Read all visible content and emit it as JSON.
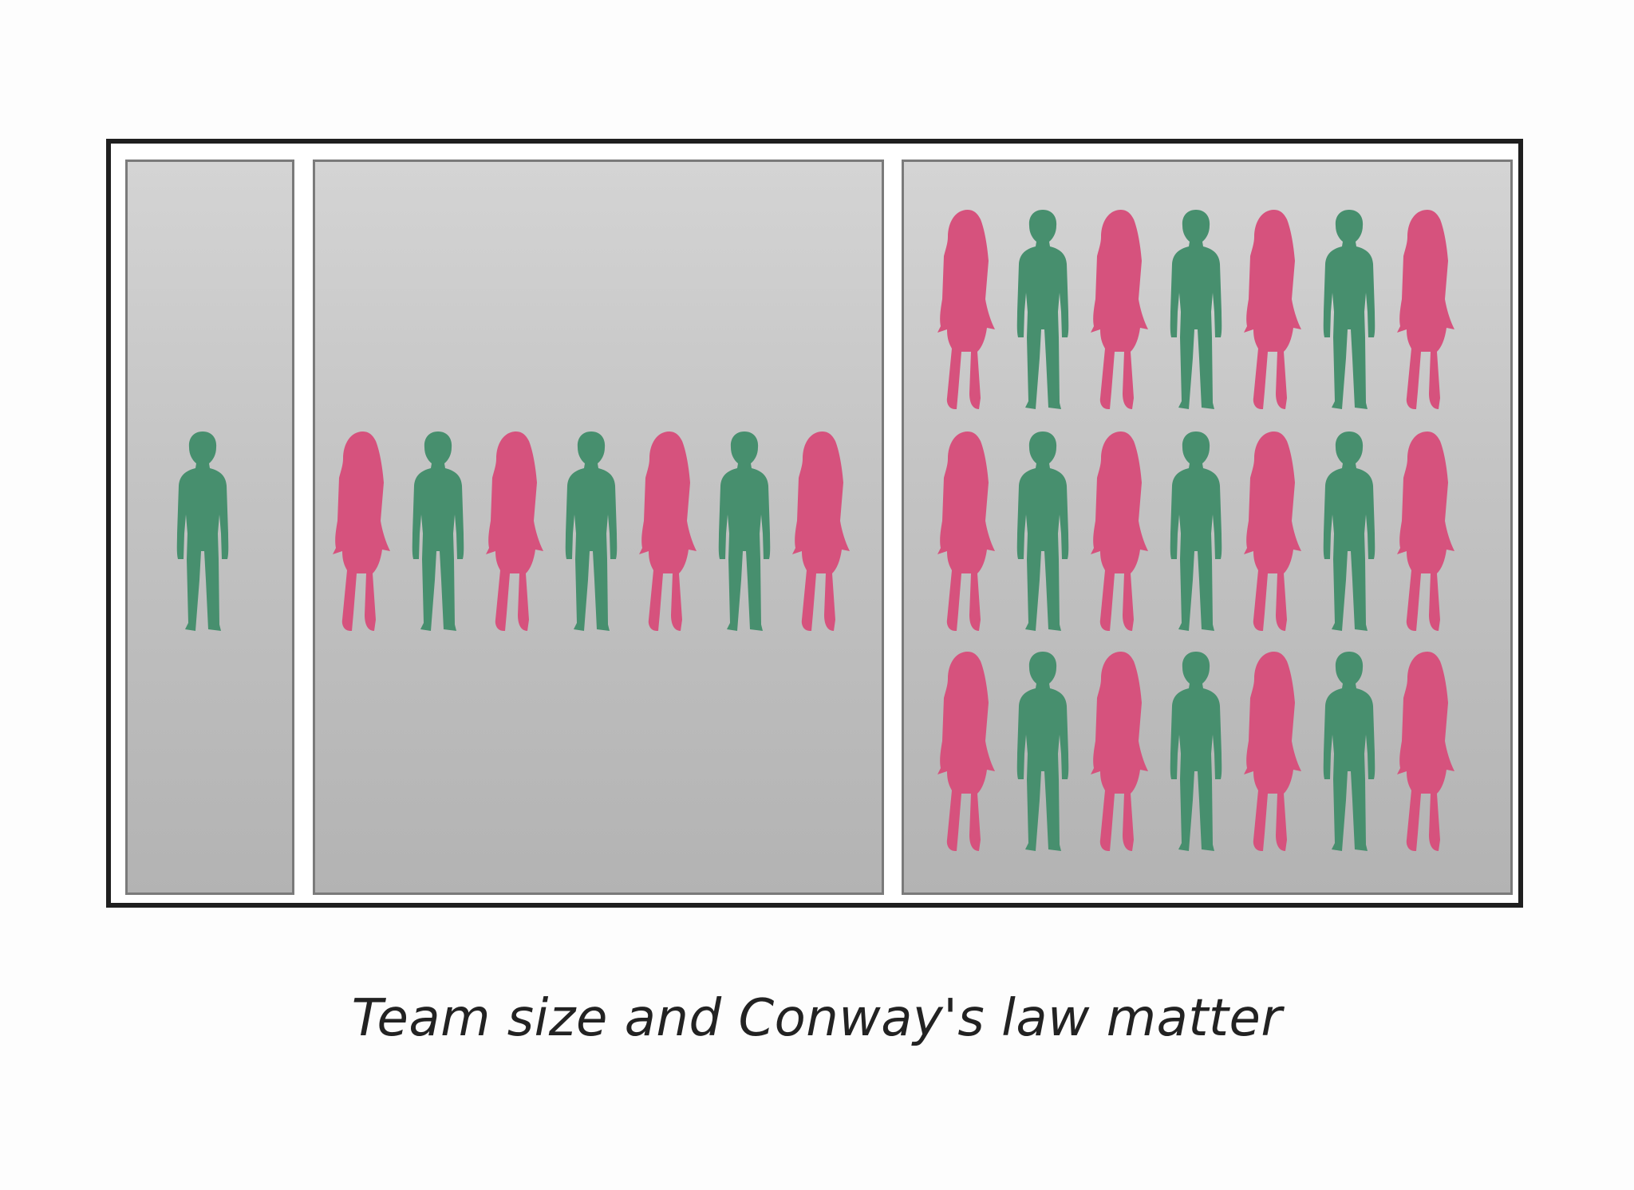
{
  "caption": "Team size and Conway's law matter",
  "colors": {
    "female": "#d6527d",
    "male": "#478f6e",
    "frame": "#1f1f1f",
    "panel_border": "#7a7a7a"
  },
  "teams": [
    {
      "name": "team-single",
      "rows": [
        [
          "male"
        ]
      ]
    },
    {
      "name": "team-small",
      "rows": [
        [
          "female",
          "male",
          "female",
          "male",
          "female",
          "male",
          "female"
        ]
      ]
    },
    {
      "name": "team-large",
      "rows": [
        [
          "female",
          "male",
          "female",
          "male",
          "female",
          "male",
          "female"
        ],
        [
          "female",
          "male",
          "female",
          "male",
          "female",
          "male",
          "female"
        ],
        [
          "female",
          "male",
          "female",
          "male",
          "female",
          "male",
          "female"
        ]
      ]
    }
  ]
}
